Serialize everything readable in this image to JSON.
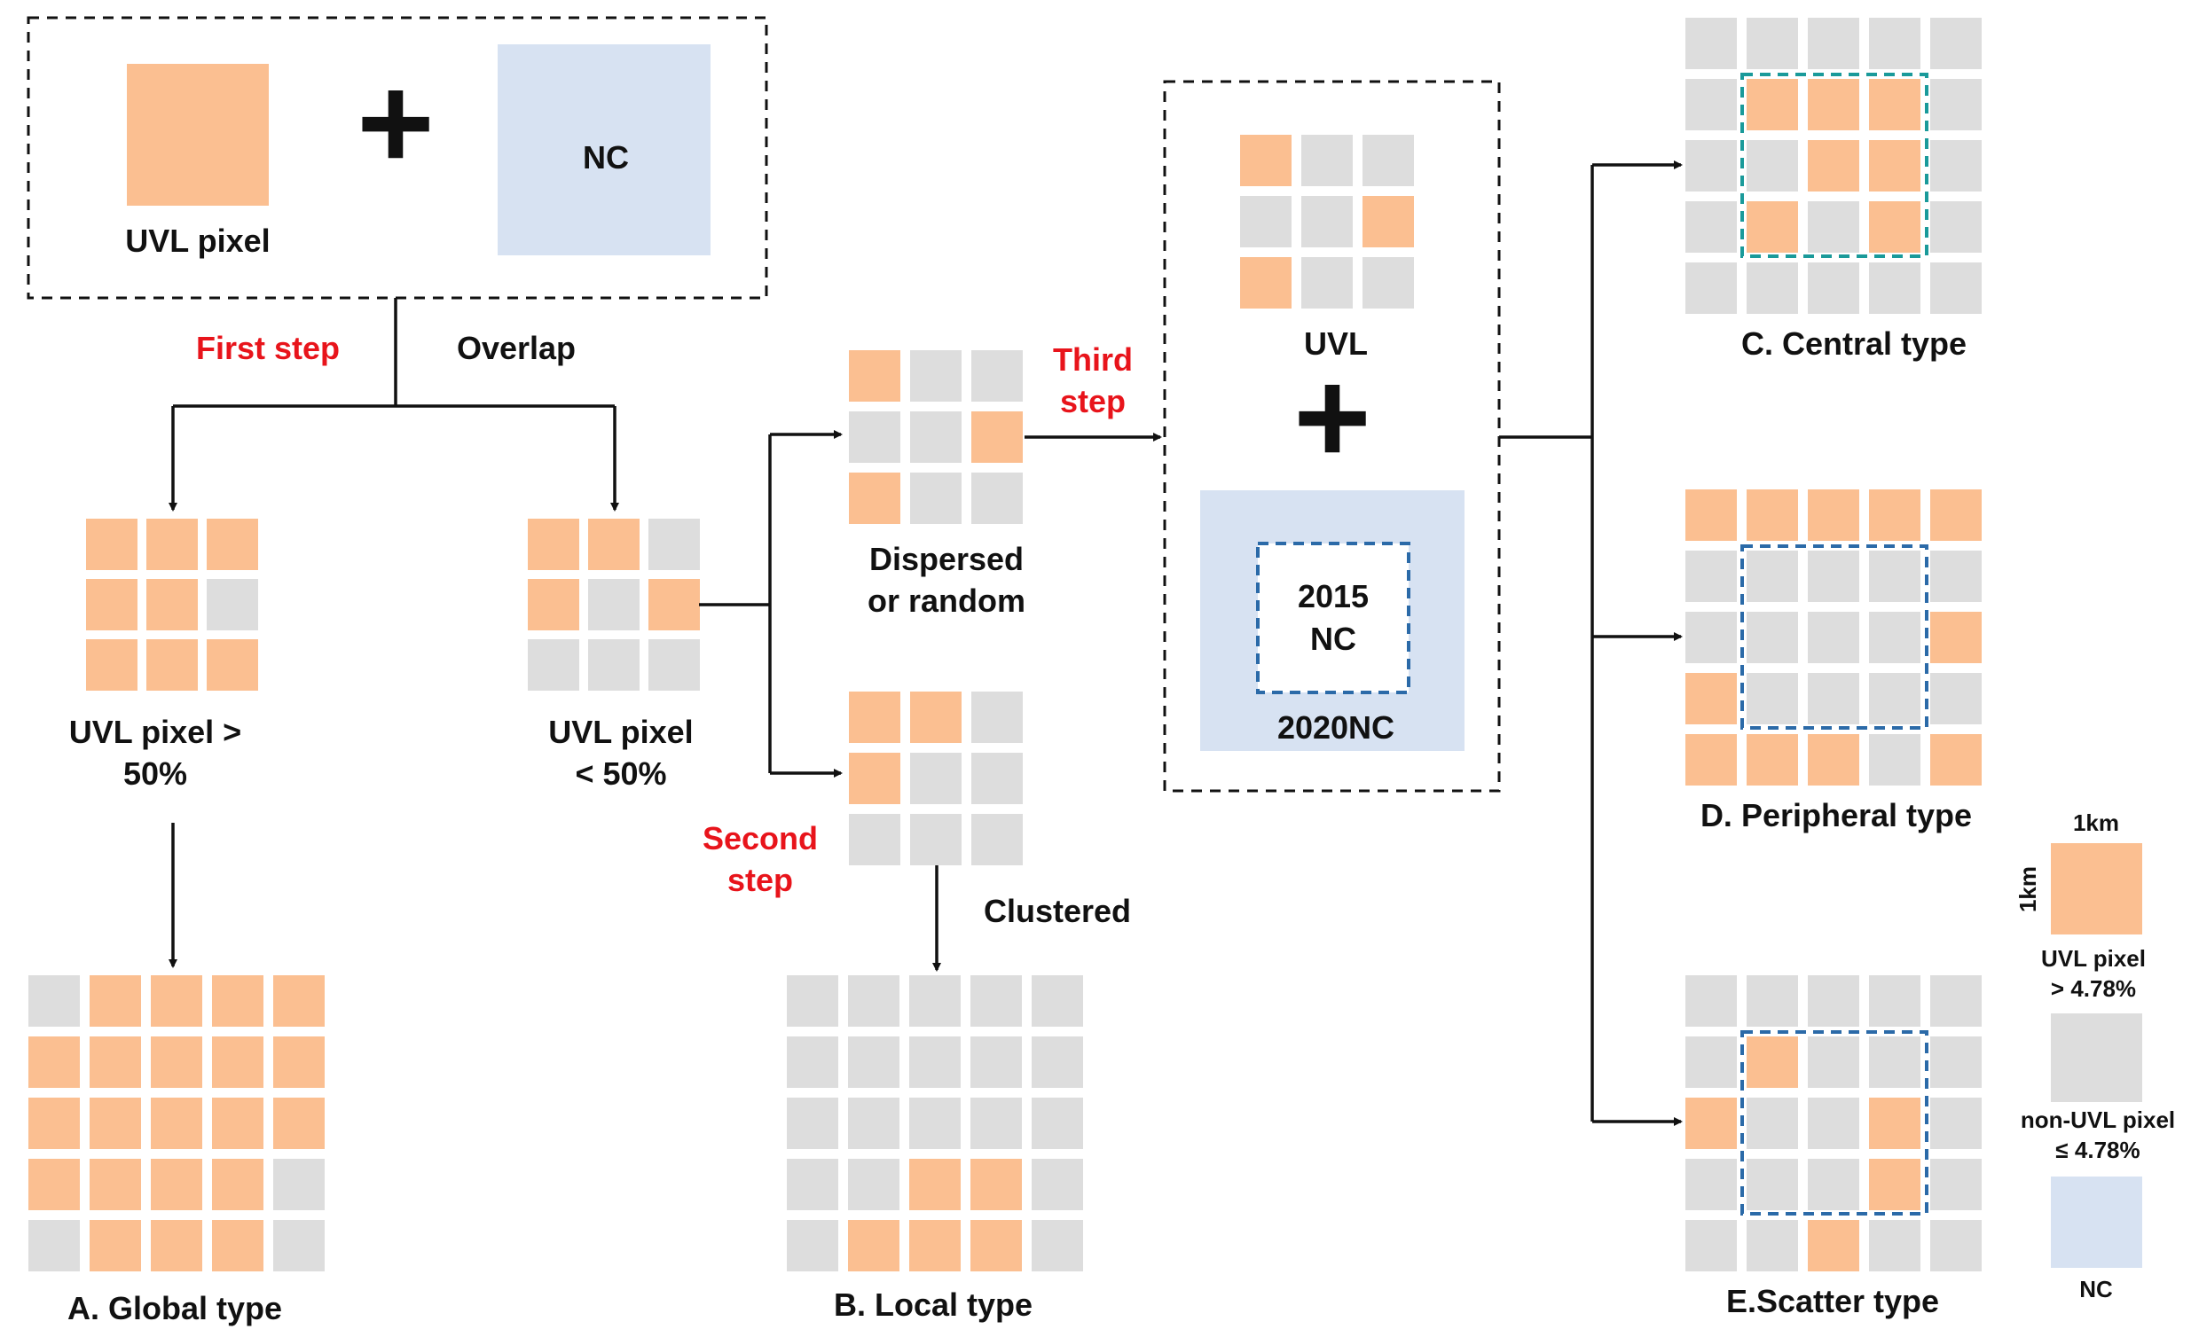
{
  "colors": {
    "uvl": "#fbbf91",
    "non_uvl": "#dddddd",
    "nc": "#d7e2f2",
    "step_text": "#e8141b",
    "teal_dash": "#1a9a9a",
    "blue_dash": "#2b6aa8"
  },
  "labels": {
    "uvl_pixel": "UVL pixel",
    "nc": "NC",
    "plus": "+",
    "first_step": "First step",
    "overlap": "Overlap",
    "gt50_l1": "UVL pixel >",
    "gt50_l2": "50%",
    "lt50_l1": "UVL pixel",
    "lt50_l2": "< 50%",
    "dispersed_l1": "Dispersed",
    "dispersed_l2": "or random",
    "third_step_l1": "Third",
    "third_step_l2": "step",
    "second_step_l1": "Second",
    "second_step_l2": "step",
    "clustered": "Clustered",
    "uvl": "UVL",
    "nc2015_l1": "2015",
    "nc2015_l2": "NC",
    "nc2020": "2020NC",
    "type_a": "A. Global type",
    "type_b": "B. Local type",
    "type_c": "C. Central type",
    "type_d": "D. Peripheral type",
    "type_e": "E.Scatter type"
  },
  "legend": {
    "km_top": "1km",
    "km_side": "1km",
    "uvl_l1": "UVL pixel",
    "uvl_l2": "> 4.78%",
    "non_l1": "non-UVL pixel",
    "non_l2": "≤ 4.78%",
    "nc": "NC"
  },
  "grids": {
    "gt50": [
      [
        1,
        1,
        1
      ],
      [
        1,
        1,
        0
      ],
      [
        1,
        1,
        1
      ]
    ],
    "lt50": [
      [
        1,
        1,
        0
      ],
      [
        1,
        0,
        1
      ],
      [
        0,
        0,
        0
      ]
    ],
    "dispersed": [
      [
        1,
        0,
        0
      ],
      [
        0,
        0,
        1
      ],
      [
        1,
        0,
        0
      ]
    ],
    "clustered": [
      [
        1,
        1,
        0
      ],
      [
        1,
        0,
        0
      ],
      [
        0,
        0,
        0
      ]
    ],
    "third_uvl": [
      [
        1,
        0,
        0
      ],
      [
        0,
        0,
        1
      ],
      [
        1,
        0,
        0
      ]
    ],
    "global": [
      [
        0,
        1,
        1,
        1,
        1
      ],
      [
        1,
        1,
        1,
        1,
        1
      ],
      [
        1,
        1,
        1,
        1,
        1
      ],
      [
        1,
        1,
        1,
        1,
        0
      ],
      [
        0,
        1,
        1,
        1,
        0
      ]
    ],
    "local": [
      [
        0,
        0,
        0,
        0,
        0
      ],
      [
        0,
        0,
        0,
        0,
        0
      ],
      [
        0,
        0,
        0,
        0,
        0
      ],
      [
        0,
        0,
        1,
        1,
        0
      ],
      [
        0,
        1,
        1,
        1,
        0
      ]
    ],
    "central": [
      [
        0,
        0,
        0,
        0,
        0
      ],
      [
        0,
        1,
        1,
        1,
        0
      ],
      [
        0,
        0,
        1,
        1,
        0
      ],
      [
        0,
        1,
        0,
        1,
        0
      ],
      [
        0,
        0,
        0,
        0,
        0
      ]
    ],
    "peripheral": [
      [
        1,
        1,
        1,
        1,
        1
      ],
      [
        0,
        0,
        0,
        0,
        0
      ],
      [
        0,
        0,
        0,
        0,
        1
      ],
      [
        1,
        0,
        0,
        0,
        0
      ],
      [
        1,
        1,
        1,
        0,
        1
      ]
    ],
    "scatter": [
      [
        0,
        0,
        0,
        0,
        0
      ],
      [
        0,
        1,
        0,
        0,
        0
      ],
      [
        1,
        0,
        0,
        1,
        0
      ],
      [
        0,
        0,
        0,
        1,
        0
      ],
      [
        0,
        0,
        1,
        0,
        0
      ]
    ]
  }
}
